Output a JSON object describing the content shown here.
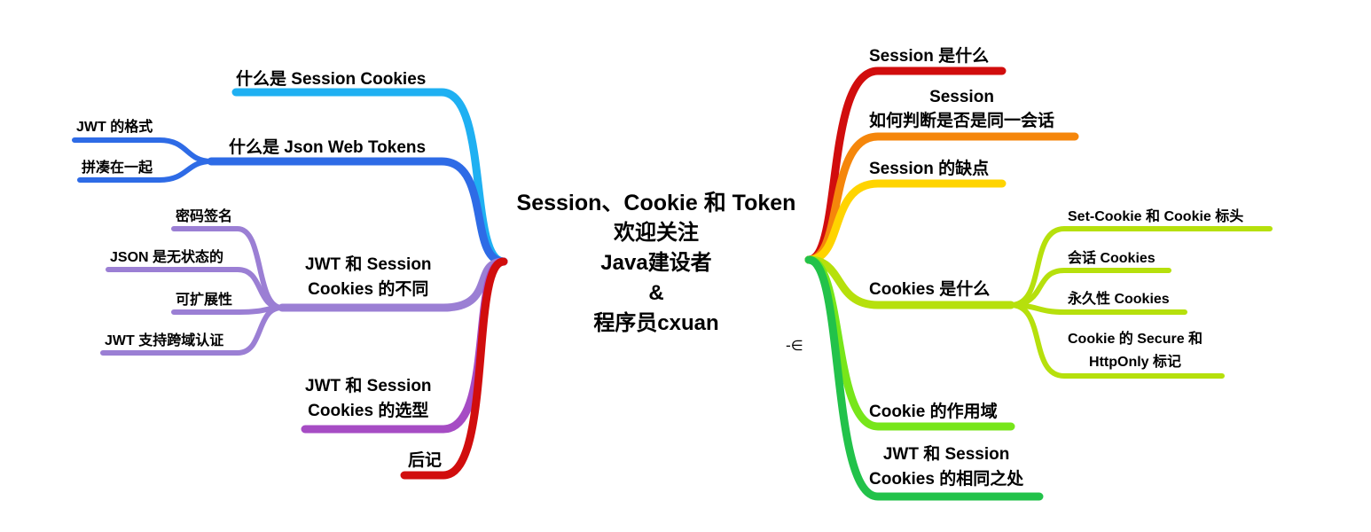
{
  "center": {
    "lines": [
      "Session、Cookie 和 Token",
      "欢迎关注",
      "Java建设者",
      "&",
      "程序员cxuan"
    ]
  },
  "colors": {
    "sky": "#1fb0f2",
    "blue": "#2e6be6",
    "lavender": "#9b7fd4",
    "purple": "#a64cc4",
    "red": "#d10d0d",
    "orange": "#f5860b",
    "yellow": "#ffd400",
    "lime": "#b6e00c",
    "bright_green": "#77e61a",
    "green": "#22c24a"
  },
  "left": {
    "session_cookies": "什么是 Session Cookies",
    "jwt": "什么是 Json Web Tokens",
    "jwt_format": "JWT 的格式",
    "put_together": "拼凑在一起",
    "diff_line1": "JWT 和 Session",
    "diff_line2": "Cookies 的不同",
    "crypto_sign": "密码签名",
    "stateless": "JSON 是无状态的",
    "scalable": "可扩展性",
    "cross_domain": "JWT 支持跨域认证",
    "choice_line1": "JWT 和 Session",
    "choice_line2": "Cookies 的选型",
    "postscript": "后记"
  },
  "right": {
    "what_session": "Session 是什么",
    "same_session_line1": "Session",
    "same_session_line2": "如何判断是否是同一会话",
    "session_drawbacks": "Session 的缺点",
    "what_cookies": "Cookies 是什么",
    "set_cookie": "Set-Cookie 和 Cookie 标头",
    "session_cookies": "会话 Cookies",
    "persistent_cookies": "永久性 Cookies",
    "secure_line1": "Cookie 的 Secure 和",
    "secure_line2": "HttpOnly 标记",
    "cookie_scope": "Cookie 的作用域",
    "same_line1": "JWT 和 Session",
    "same_line2": "Cookies 的相同之处"
  },
  "stray_glyph": "-∈"
}
